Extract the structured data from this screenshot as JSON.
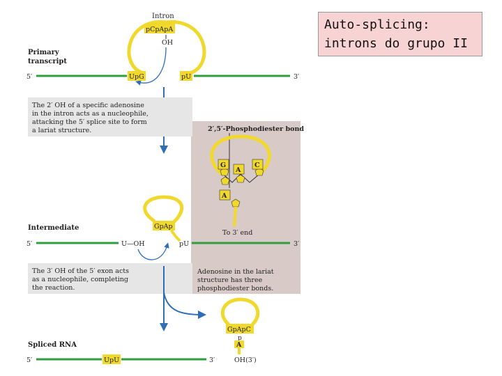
{
  "title": {
    "line1": "Auto-splicing:",
    "line2": "introns do grupo II"
  },
  "diagram": {
    "intron_label": "Intron",
    "intron_top_seq": "pCpApA",
    "oh_label": "OH",
    "primary_label_1": "Primary",
    "primary_label_2": "transcript",
    "end5": "5′",
    "end3": "3′",
    "upg": "UpG",
    "pu": "pU",
    "note1": [
      "The 2′ OH of a specific adenosine",
      "in the intron acts as a nucleophile,",
      "attacking the 5′ splice site to form",
      "a lariat structure."
    ],
    "detail_title": "2′,5′-Phosphodiester bond",
    "base_g": "G",
    "base_a": "A",
    "base_c": "C",
    "base_a2": "A",
    "to3end": "To 3′ end",
    "detail_note": [
      "Adenosine in the lariat",
      "structure has three",
      "phosphodiester bonds."
    ],
    "intermediate_label": "Intermediate",
    "gpap": "GpAp",
    "u_oh": "U—OH",
    "note2": [
      "The 3′ OH of the 5′ exon acts",
      "as a nucleophile, completing",
      "the reaction."
    ],
    "spliced_label": "Spliced RNA",
    "upu": "UpU",
    "gpapc": "GpApC",
    "lariat_p": "p",
    "lariat_a": "A",
    "oh3": "OH(3′)"
  },
  "colors": {
    "exon": "#2e9e3e",
    "intron": "#f0d92c",
    "arrow": "#2f6db5",
    "panel": "#d8cbc7",
    "note_bg": "#e6e6e6",
    "title_bg": "#f7d3d3"
  }
}
